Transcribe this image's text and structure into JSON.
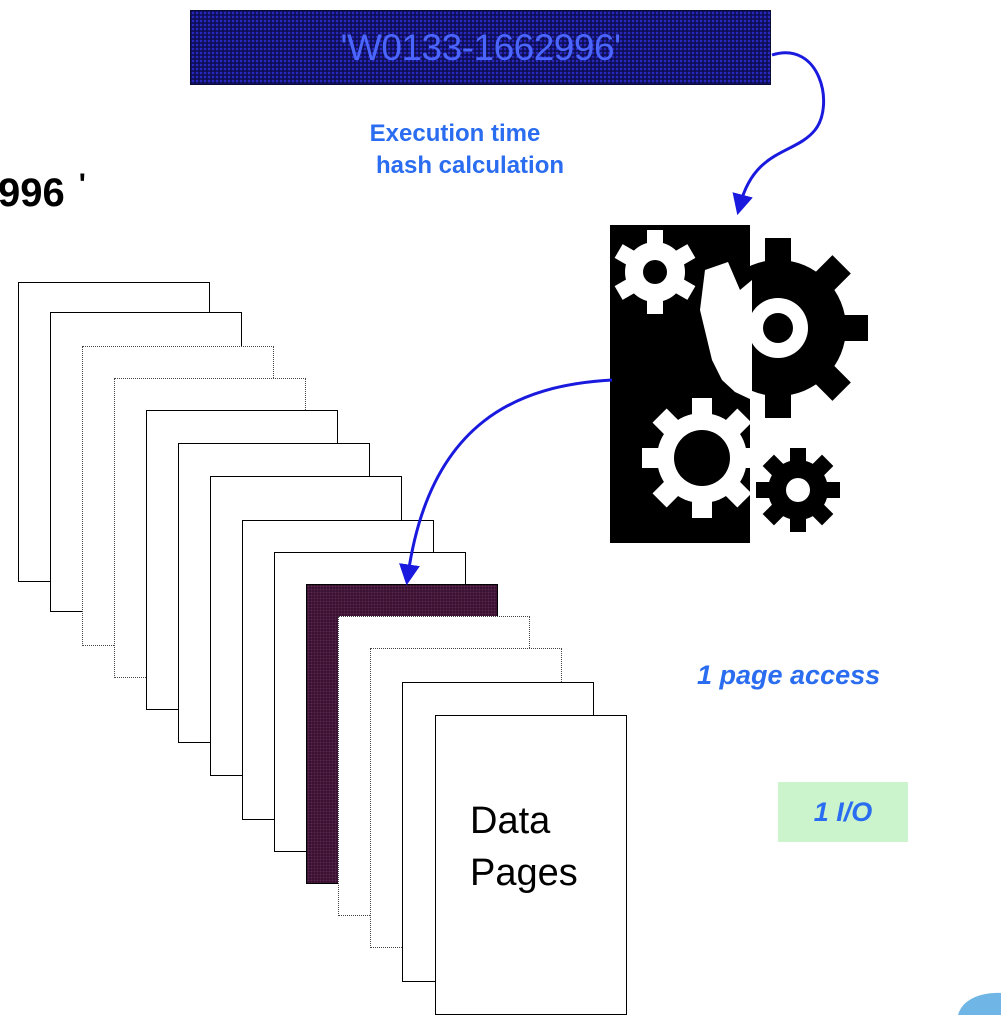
{
  "hash_key": "'W0133-1662996'",
  "hash_calc_label": {
    "line1": "Execution time",
    "line2": "hash calculation"
  },
  "key_fragment": {
    "text": "996",
    "quote": "'"
  },
  "data_pages_label": {
    "line1": "Data",
    "line2": "Pages"
  },
  "page_access": "1 page access",
  "io_count": "1 I/O",
  "colors": {
    "accent_blue": "#2a6df0",
    "arrow_blue": "#1a1adf",
    "key_box": "#13136a",
    "selected_page": "#3a1230",
    "io_highlight": "#ccf4cc"
  }
}
